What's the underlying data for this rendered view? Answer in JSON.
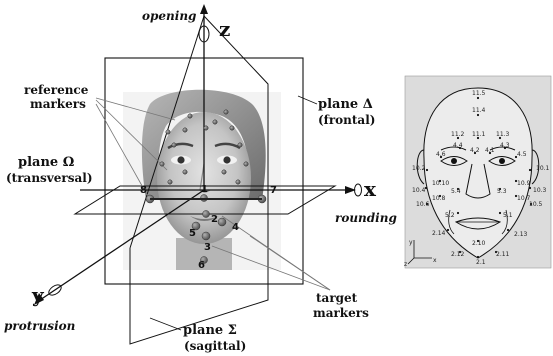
{
  "axes": {
    "z": {
      "letter": "z",
      "label": "opening"
    },
    "x": {
      "letter": "x",
      "label": "rounding"
    },
    "y": {
      "letter": "y",
      "label": "protrusion"
    }
  },
  "planes": {
    "delta": {
      "name": "plane Δ",
      "desc": "(frontal)"
    },
    "omega": {
      "name": "plane Ω",
      "desc": "(transversal)"
    },
    "sigma": {
      "name": "plane Σ",
      "desc": "(sagittal)"
    }
  },
  "groups": {
    "reference_line1": "reference",
    "reference_line2": "markers",
    "target_line1": "target",
    "target_line2": "markers"
  },
  "target_numbers": [
    "1",
    "2",
    "3",
    "4",
    "5",
    "6",
    "7",
    "8"
  ],
  "map": {
    "points": [
      "11.5",
      "11.4",
      "11.2",
      "11.1",
      "11.3",
      "4.4",
      "4.2",
      "4.1",
      "4.3",
      "4.6",
      "4.5",
      "10.2",
      "10.1",
      "10.10",
      "10.9",
      "10.4",
      "5.4",
      "5.3",
      "10.3",
      "10.8",
      "10.7",
      "10.6",
      "10.5",
      "5.2",
      "5.1",
      "2.14",
      "2.13",
      "2.10",
      "2.12",
      "2.11",
      "2.1"
    ],
    "axis_labels": {
      "y": "y",
      "x": "x",
      "z": "z"
    }
  },
  "colors": {
    "marker": "#6f6f6f",
    "map_bg": "#dcdcdc",
    "line": "#111111"
  }
}
